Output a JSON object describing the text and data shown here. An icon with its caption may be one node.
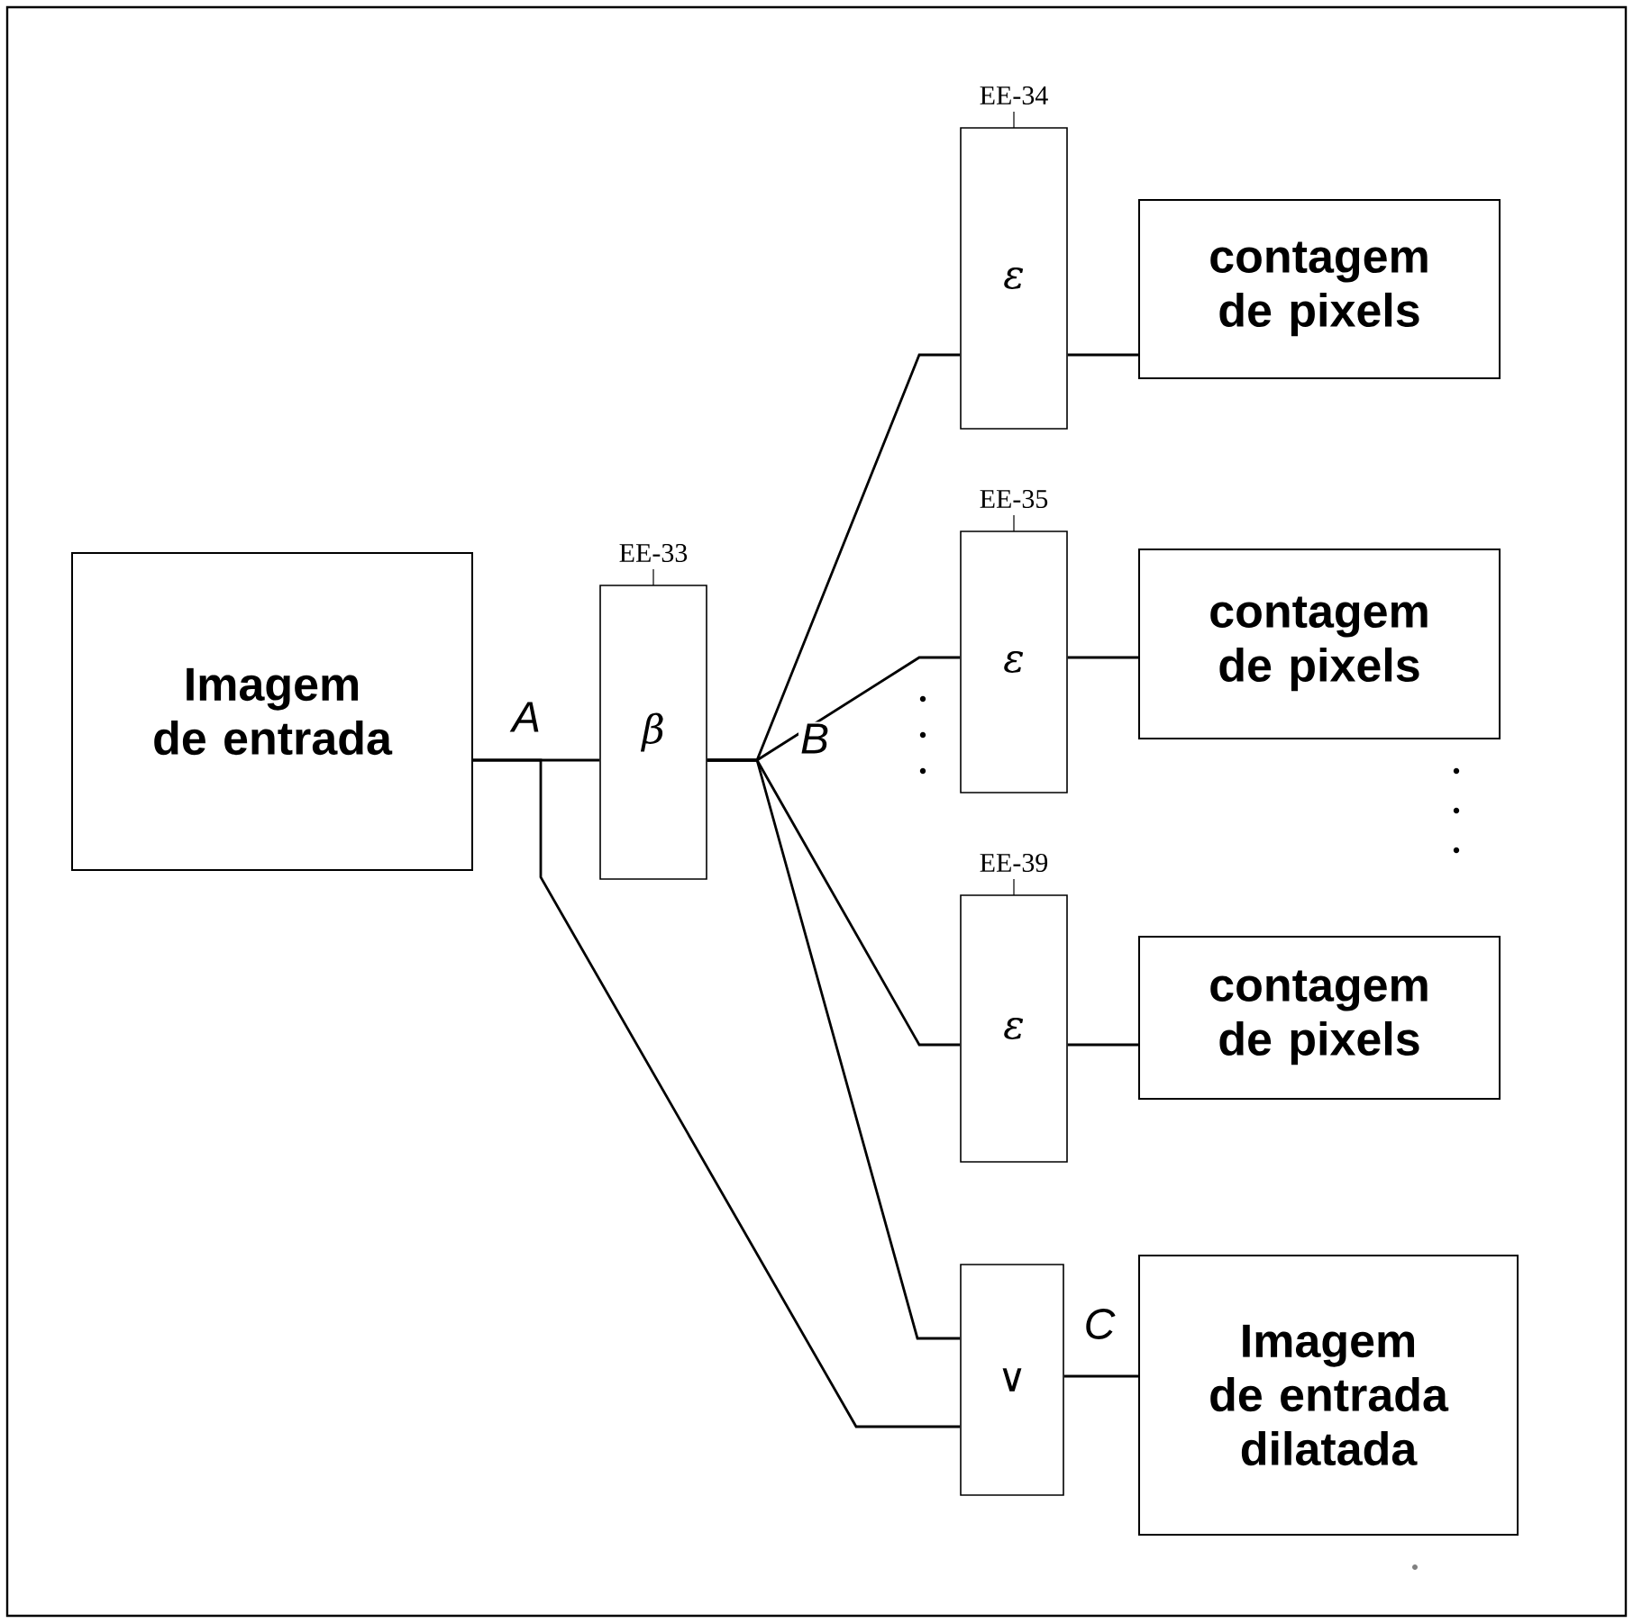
{
  "diagram": {
    "nodes": [
      {
        "text": [
          "Imagem de entrada"
        ]
      },
      {
        "text": [
          "β"
        ],
        "beside": [
          "EE-33"
        ]
      },
      {
        "text": [
          "ε"
        ],
        "beside": [
          "EE-34"
        ]
      },
      {
        "text": [
          "contagem de pixels"
        ]
      },
      {
        "text": [
          "ε"
        ],
        "beside": [
          "EE-35"
        ]
      },
      {
        "text": [
          "contagem de pixels"
        ]
      },
      {
        "text": [
          "ε"
        ],
        "beside": [
          "EE-39"
        ]
      },
      {
        "text": [
          "contagem de pixels"
        ]
      },
      {
        "text": [
          "∨"
        ]
      },
      {
        "text": [
          "Imagem de entrada dilatada"
        ]
      }
    ],
    "edges": [
      {
        "from": 0,
        "to": 1,
        "arrow": "none",
        "label": "A"
      },
      {
        "from": 0,
        "to": 8,
        "arrow": "none"
      },
      {
        "from": 1,
        "to": 2,
        "arrow": "none"
      },
      {
        "from": 1,
        "to": 4,
        "arrow": "none",
        "label": "B"
      },
      {
        "from": 1,
        "to": 6,
        "arrow": "none"
      },
      {
        "from": 1,
        "to": 8,
        "arrow": "none"
      },
      {
        "from": 2,
        "to": 3,
        "arrow": "none"
      },
      {
        "from": 4,
        "to": 5,
        "arrow": "none"
      },
      {
        "from": 6,
        "to": 7,
        "arrow": "none"
      },
      {
        "from": 8,
        "to": 9,
        "arrow": "none",
        "label": "C"
      }
    ]
  }
}
